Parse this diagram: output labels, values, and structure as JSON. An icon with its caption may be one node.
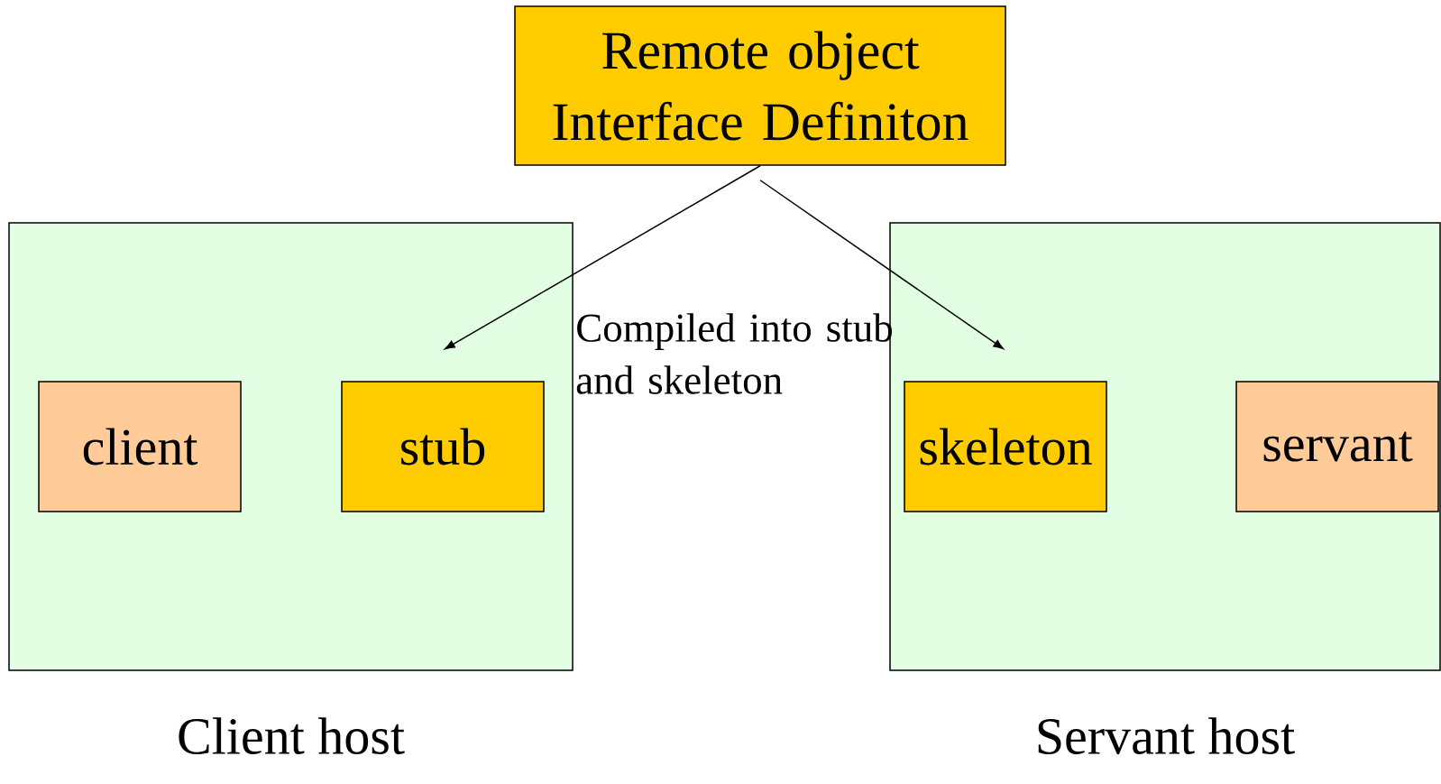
{
  "diagram": {
    "nodes": [
      {
        "text": [
          "Remote object Interface Definiton"
        ]
      },
      {
        "text": [
          "Client host"
        ]
      },
      {
        "text": [
          "client"
        ],
        "in": 1
      },
      {
        "text": [
          "stub"
        ],
        "in": 1
      },
      {
        "text": [
          "Servant host"
        ]
      },
      {
        "text": [
          "skeleton"
        ],
        "in": 4
      },
      {
        "text": [
          "servant"
        ],
        "in": 4
      }
    ],
    "edges": [
      {
        "from": 0,
        "to": 3,
        "arrow": "to"
      },
      {
        "from": 0,
        "to": 5,
        "arrow": "to"
      }
    ],
    "labels": [
      "Compiled into stub and skeleton"
    ]
  }
}
